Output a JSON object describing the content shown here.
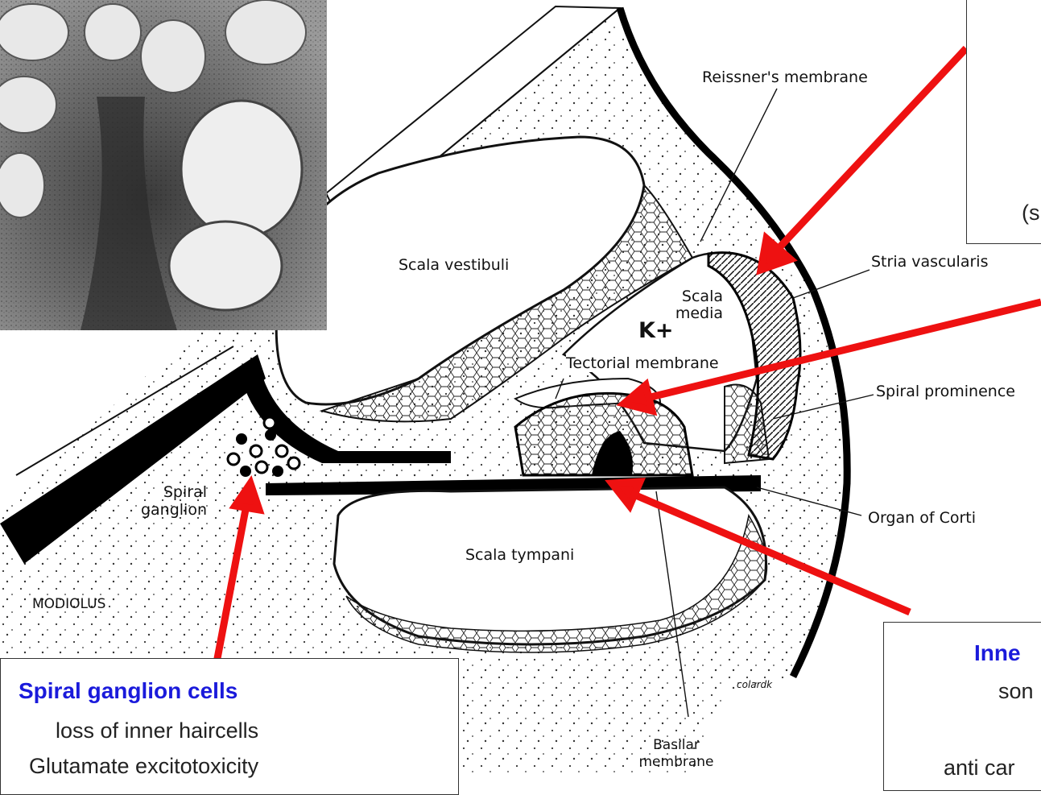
{
  "diagram": {
    "labels": {
      "reissner": "Reissner's membrane",
      "scala_vestibuli": "Scala vestibuli",
      "scala_media": "Scala media",
      "potassium": "K+",
      "tectorial": "Tectorial membrane",
      "stria": "Stria vascularis",
      "spiral_prominence": "Spiral prominence",
      "spiral_ganglion": "Spiral ganglion",
      "organ_of_corti": "Organ of Corti",
      "scala_tympani": "Scala tympani",
      "modiolus": "MODIOLUS",
      "basilar": "Basilar membrane",
      "signature": "colardk"
    }
  },
  "callouts": {
    "spiral_ganglion_box": {
      "title": "Spiral ganglion cells",
      "line1": "loss of inner haircells",
      "line2": "Glutamate excitotoxicity"
    },
    "top_right_box": {
      "fragment": "(s"
    },
    "bottom_right_box": {
      "title_fragment": "Inne",
      "line1_fragment": "son",
      "line2_fragment": "anti car"
    }
  },
  "colors": {
    "arrow": "#ee1111",
    "callout_title": "#1a1adb"
  }
}
